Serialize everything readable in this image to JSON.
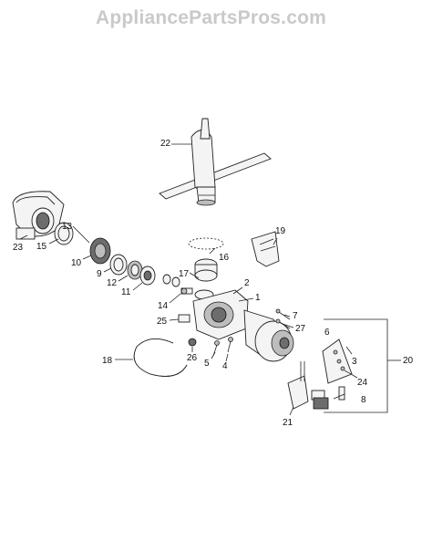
{
  "watermark": "AppliancePartsPros.com",
  "labels": {
    "p1": "1",
    "p2": "2",
    "p3": "3",
    "p4": "4",
    "p5": "5",
    "p6": "6",
    "p7": "7",
    "p8": "8",
    "p9": "9",
    "p10": "10",
    "p11": "11",
    "p12": "12",
    "p13": "13",
    "p14": "14",
    "p15": "15",
    "p16": "16",
    "p17": "17",
    "p18": "18",
    "p19": "19",
    "p20": "20",
    "p21": "21",
    "p22": "22",
    "p23": "23",
    "p24": "24",
    "p25": "25",
    "p26": "26",
    "p27": "27"
  },
  "colors": {
    "ink": "#222222",
    "watermark": "#c9c9c9",
    "background": "#ffffff"
  }
}
